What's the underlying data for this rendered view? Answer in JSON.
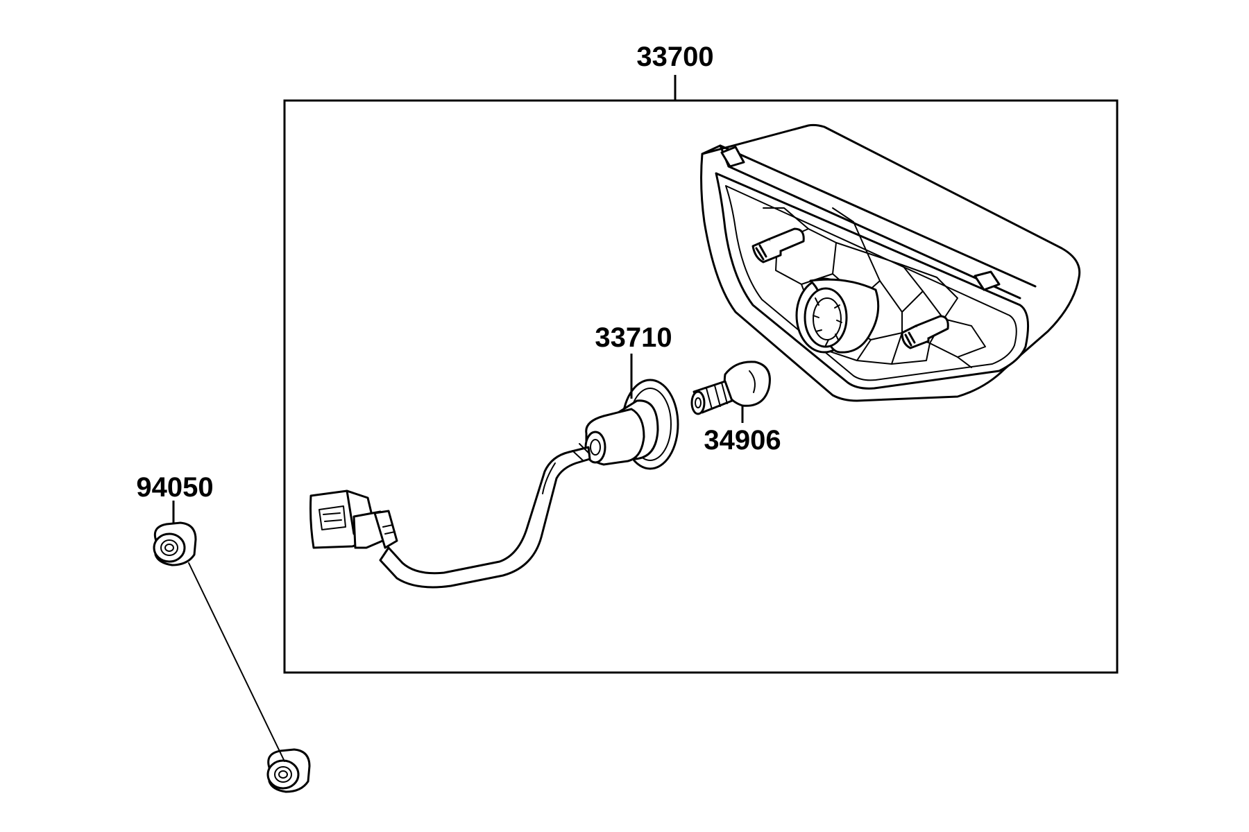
{
  "diagram": {
    "callouts": {
      "assembly": "33700",
      "socket": "33710",
      "bulb": "34906",
      "nut": "94050"
    }
  }
}
